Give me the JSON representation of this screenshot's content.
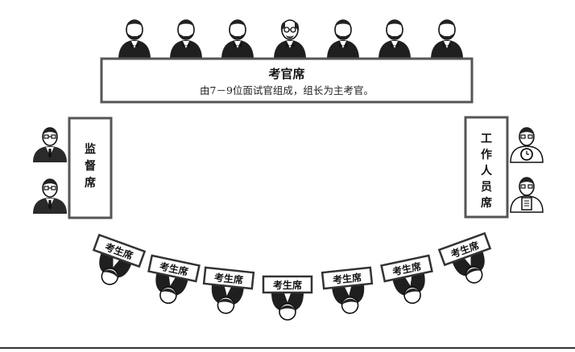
{
  "examiner_table": {
    "title": "考官席",
    "subtitle": "由7－9位面试官组成，组长为主考官。"
  },
  "supervisor_table": {
    "chars": [
      "监",
      "督",
      "席"
    ]
  },
  "staff_table": {
    "chars": [
      "工",
      "作",
      "人",
      "员",
      "席"
    ]
  },
  "candidate_seat_label": "考生席",
  "examiners": [
    {
      "icon": "examiner-bearded-icon"
    },
    {
      "icon": "examiner-bearded-icon"
    },
    {
      "icon": "examiner-bearded-icon"
    },
    {
      "icon": "chief-examiner-glasses-icon"
    },
    {
      "icon": "examiner-bearded-icon"
    },
    {
      "icon": "examiner-bearded-icon"
    },
    {
      "icon": "examiner-bearded-icon"
    }
  ],
  "supervisors": [
    {
      "icon": "supervisor-glasses-icon"
    },
    {
      "icon": "supervisor-glasses-icon"
    }
  ],
  "staff": [
    {
      "icon": "staff-with-clock-icon"
    },
    {
      "icon": "staff-with-notepad-icon"
    }
  ],
  "candidates": [
    {
      "icon": "candidate-icon"
    },
    {
      "icon": "candidate-icon"
    },
    {
      "icon": "candidate-icon"
    },
    {
      "icon": "candidate-icon"
    },
    {
      "icon": "candidate-icon"
    },
    {
      "icon": "candidate-icon"
    },
    {
      "icon": "candidate-icon"
    }
  ],
  "colors": {
    "ink": "#111111",
    "shade": "#333333",
    "skin": "#ffffff",
    "table_border": "#555555"
  }
}
